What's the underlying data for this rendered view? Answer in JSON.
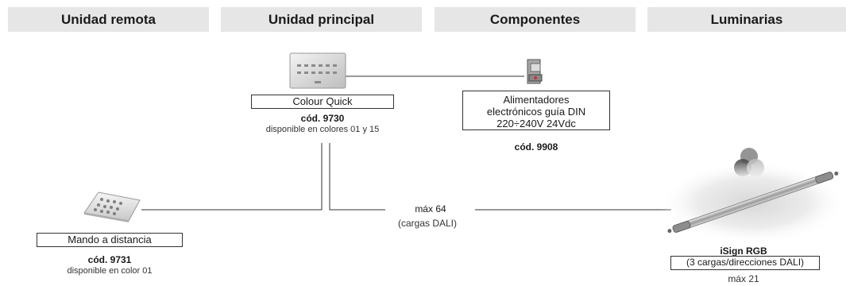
{
  "headers": [
    "Unidad remota",
    "Unidad principal",
    "Componentes",
    "Luminarias"
  ],
  "main_unit": {
    "name": "Colour Quick",
    "code": "cód. 9730",
    "note": "disponible en colores 01 y 15"
  },
  "power_supply": {
    "lines": [
      "Alimentadores",
      "electrónicos guía DIN",
      "220÷240V 24Vdc"
    ],
    "code": "cód. 9908"
  },
  "remote": {
    "name": "Mando a distancia",
    "code": "cód. 9731",
    "note": "disponible en color 01"
  },
  "luminaire": {
    "name": "iSign RGB",
    "sub": "(3 cargas/direcciones DALI)",
    "max": "máx 21"
  },
  "connection": {
    "max": "máx 64",
    "sub": "(cargas DALI)"
  }
}
